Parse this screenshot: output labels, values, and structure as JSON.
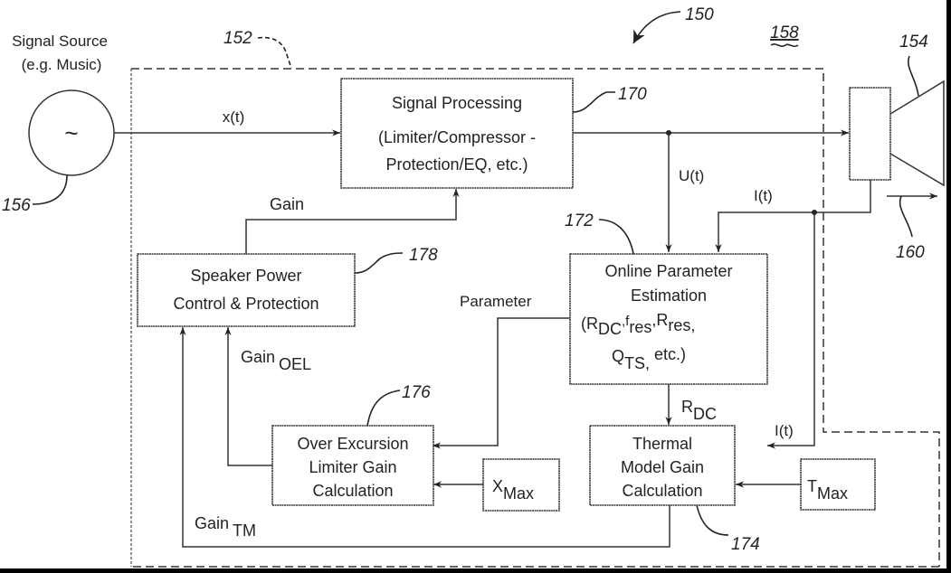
{
  "figure": {
    "ref_number": "150",
    "system_ref": "158"
  },
  "source": {
    "label_line1": "Signal Source",
    "label_line2": "(e.g. Music)",
    "symbol": "~",
    "ref": "156"
  },
  "enclosure": {
    "ref": "152"
  },
  "speaker": {
    "ref": "154",
    "excursion_ref": "160"
  },
  "blocks": {
    "signal_processing": {
      "ref": "170",
      "lines": [
        "Signal Processing",
        "(Limiter/Compressor -",
        "Protection/EQ, etc.)"
      ]
    },
    "parameter_estimation": {
      "ref": "172",
      "lines": [
        "Online Parameter",
        "Estimation"
      ],
      "params_line1": [
        "(R",
        "DC",
        ",f",
        "res",
        ",R",
        "res",
        ","
      ],
      "params_line2": [
        "Q",
        "TS,",
        " etc.)"
      ]
    },
    "power_control": {
      "ref": "178",
      "lines": [
        "Speaker Power",
        "Control & Protection"
      ]
    },
    "over_excursion": {
      "ref": "176",
      "lines": [
        "Over Excursion",
        "Limiter Gain",
        "Calculation"
      ]
    },
    "thermal_model": {
      "ref": "174",
      "lines": [
        "Thermal",
        "Model Gain",
        "Calculation"
      ]
    },
    "x_max": {
      "base": "X",
      "sub": "Max"
    },
    "t_max": {
      "base": "T",
      "sub": "Max"
    }
  },
  "signals": {
    "x_t": "x(t)",
    "u_t": "U(t)",
    "i_t_top": "I(t)",
    "i_t_thermal": "I(t)",
    "gain": "Gain",
    "parameter": "Parameter",
    "r_dc": {
      "base": "R",
      "sub": "DC"
    },
    "gain_oel": {
      "base": "Gain",
      "sub": "OEL"
    },
    "gain_tm": {
      "base": "Gain",
      "sub": "TM"
    }
  }
}
